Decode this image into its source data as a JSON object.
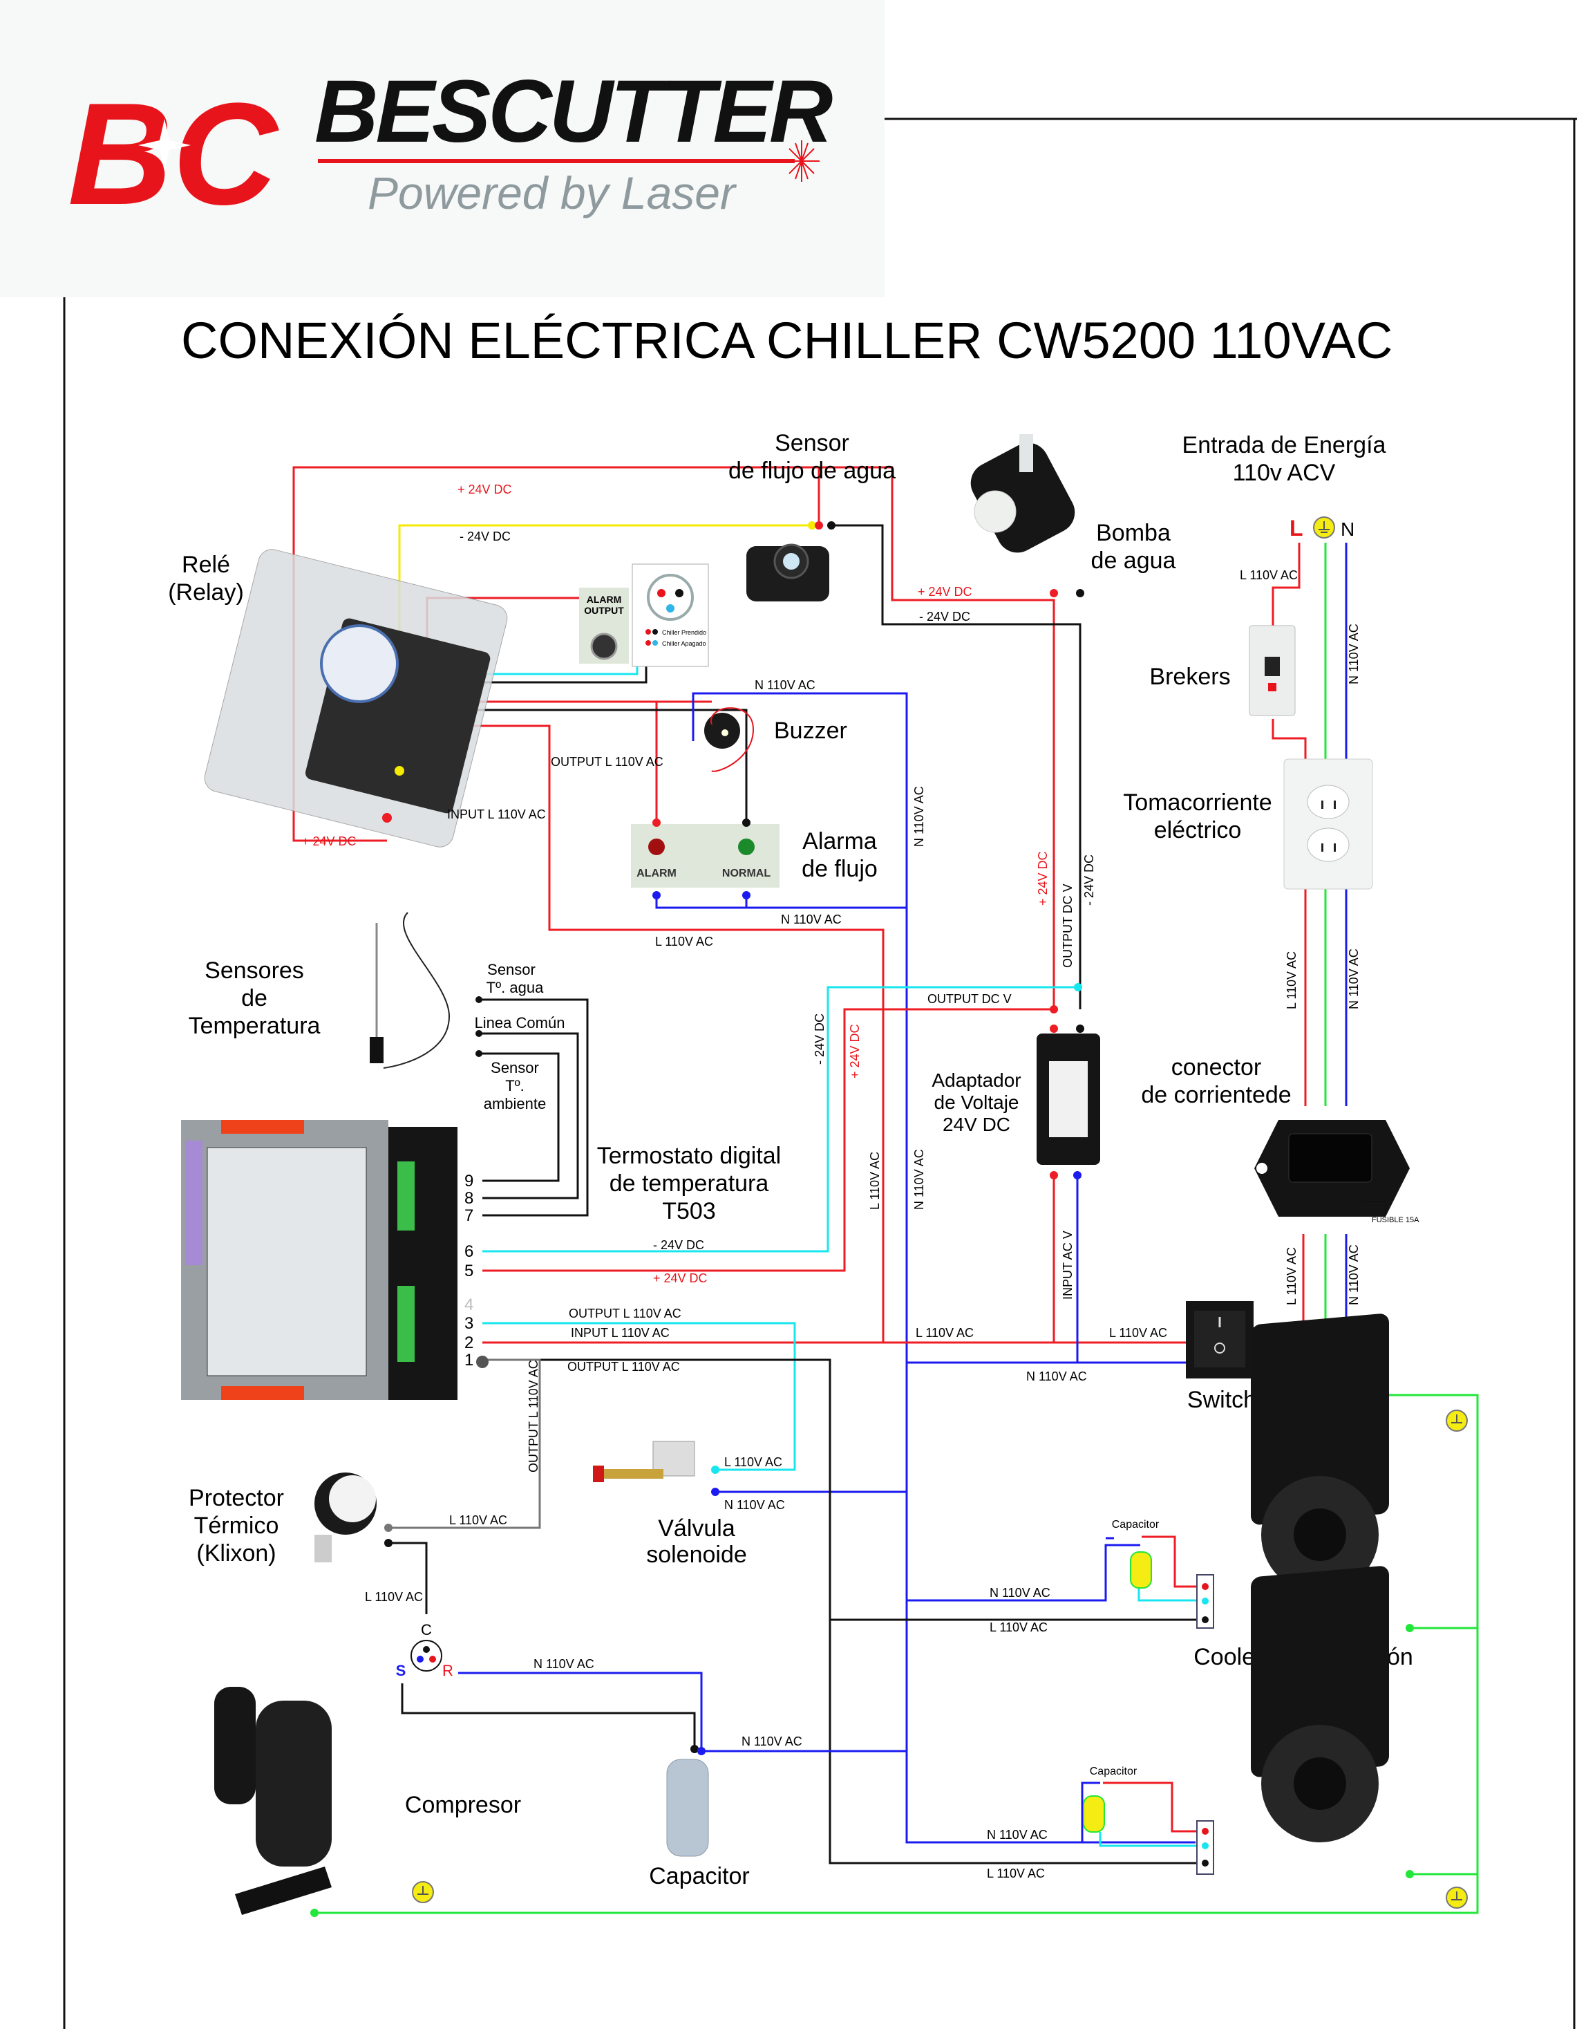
{
  "brand": {
    "monogram": "BC",
    "name": "BESCUTTER",
    "tagline": "Powered by Laser",
    "colors": {
      "red": "#e8141b",
      "black": "#111111",
      "gray": "#8e9a9e"
    }
  },
  "title": "CONEXIÓN ELÉCTRICA CHILLER CW5200 110VAC",
  "components": {
    "relay": [
      "Relé",
      "(Relay)"
    ],
    "flow_sensor": [
      "Sensor",
      "de flujo de agua"
    ],
    "pump": [
      "Bomba",
      "de agua"
    ],
    "power_input": [
      "Entrada de Energía",
      "110v ACV"
    ],
    "breaker": "Brekers",
    "outlet": [
      "Tomacorriente",
      "eléctrico"
    ],
    "buzzer": "Buzzer",
    "flow_alarm": [
      "Alarma",
      "de flujo"
    ],
    "temp_sensors": [
      "Sensores",
      "de",
      "Temperatura"
    ],
    "thermostat": [
      "Termostato digital",
      "de temperatura",
      "T503"
    ],
    "adapter": [
      "Adaptador",
      "de Voltaje",
      "24V DC"
    ],
    "power_connector": [
      "conector",
      "de corrientede"
    ],
    "switch": "Switch",
    "klixon": [
      "Protector",
      "Térmico",
      "(Klixon)"
    ],
    "solenoid": [
      "Válvula",
      "solenoide"
    ],
    "fan": "Cooler de ventilación",
    "compressor": "Compresor",
    "capacitor": "Capacitor",
    "fan_capacitor": "Capacitor"
  },
  "alarm_output": {
    "title": [
      "ALARM",
      "OUTPUT"
    ],
    "legend": [
      "Chiller Prendido",
      "Chiller Apagado"
    ]
  },
  "alarm_panel": {
    "alarm": "ALARM",
    "normal": "NORMAL"
  },
  "sensor_lines": {
    "water": [
      "Sensor",
      "Tº. agua"
    ],
    "common": "Linea Común",
    "ambient": [
      "Sensor",
      "Tº.",
      "ambiente"
    ]
  },
  "terminals": [
    "9",
    "8",
    "7",
    "6",
    "5",
    "4",
    "3",
    "2",
    "1"
  ],
  "power_terminals": {
    "L": "L",
    "N": "N"
  },
  "compressor_pins": {
    "C": "C",
    "S": "S",
    "R": "R"
  },
  "fuse": "FUSIBLE 15A",
  "wire_labels": {
    "pos24": "+ 24V DC",
    "neg24": "- 24V DC",
    "n110": "N 110V AC",
    "l110": "L 110V AC",
    "out_l110": "OUTPUT L 110V AC",
    "in_l110": "INPUT L 110V AC",
    "output_dcv": "OUTPUT DC V",
    "input_acv": "INPUT AC V"
  }
}
